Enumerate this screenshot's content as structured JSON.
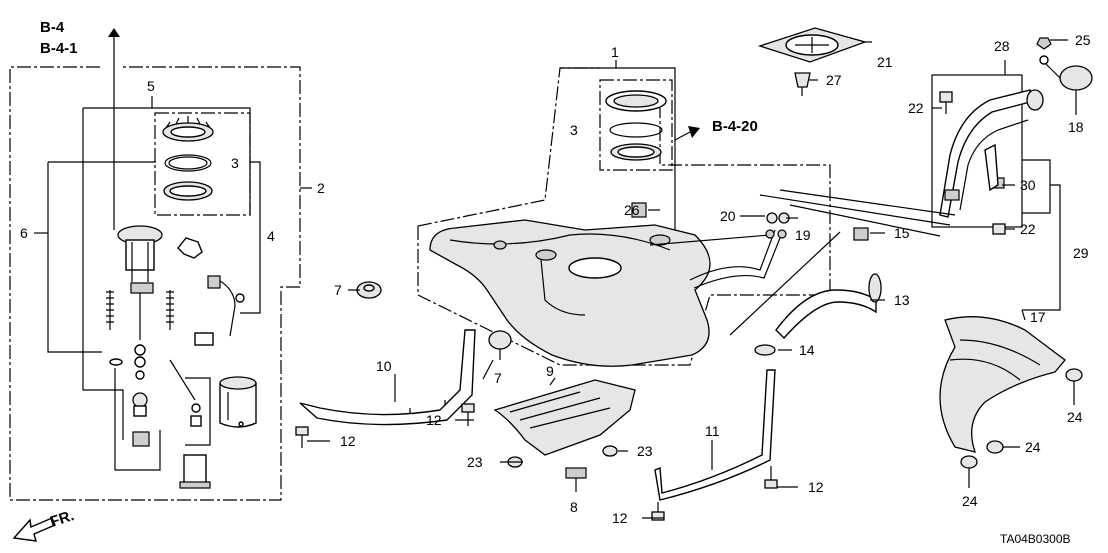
{
  "refs": {
    "b4": "B-4",
    "b41": "B-4-1",
    "b420": "B-4-20",
    "front": "FR."
  },
  "diagram_code": "TA04B0300B",
  "callouts": {
    "c1": "1",
    "c2": "2",
    "c3a": "3",
    "c3b": "3",
    "c4": "4",
    "c5": "5",
    "c6": "6",
    "c7a": "7",
    "c7b": "7",
    "c8": "8",
    "c9": "9",
    "c10": "10",
    "c11": "11",
    "c12a": "12",
    "c12b": "12",
    "c12c": "12",
    "c12d": "12",
    "c13": "13",
    "c14": "14",
    "c15": "15",
    "c17": "17",
    "c18": "18",
    "c19": "19",
    "c20": "20",
    "c21": "21",
    "c22a": "22",
    "c22b": "22",
    "c23a": "23",
    "c23b": "23",
    "c24a": "24",
    "c24b": "24",
    "c24c": "24",
    "c25": "25",
    "c26": "26",
    "c27": "27",
    "c28": "28",
    "c29": "29",
    "c30": "30"
  }
}
